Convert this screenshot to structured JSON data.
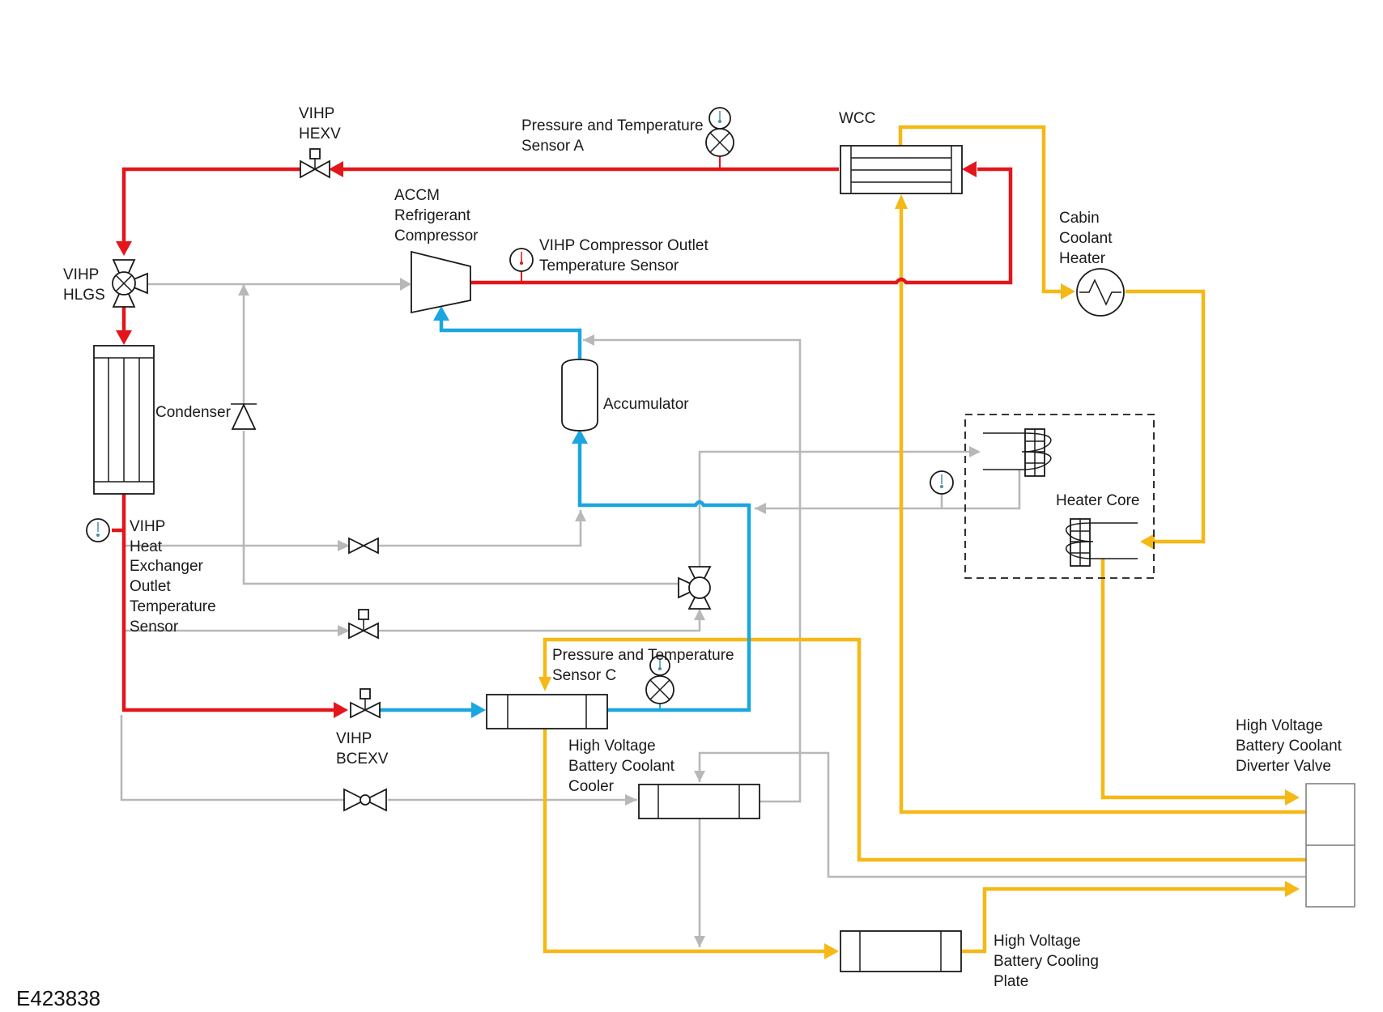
{
  "colors": {
    "hot_refrigerant": "#e3161c",
    "cold_refrigerant": "#1ba6e0",
    "coolant": "#f5b815",
    "inactive": "#b8b8b8",
    "outline": "#1a1a1a",
    "sensor_teal": "#4a8fa0",
    "sensor_red": "#e3161c"
  },
  "labels": {
    "hexv": [
      "VIHP",
      "HEXV"
    ],
    "sensor_a": [
      "Pressure and Temperature",
      "Sensor A"
    ],
    "wcc": [
      "WCC"
    ],
    "compressor": [
      "ACCM",
      "Refrigerant",
      "Compressor"
    ],
    "comp_outlet_sensor": [
      "VIHP Compressor Outlet",
      "Temperature Sensor"
    ],
    "cabin_heater": [
      "Cabin",
      "Coolant",
      "Heater"
    ],
    "hlgs": [
      "VIHP",
      "HLGS"
    ],
    "condenser": [
      "Condenser"
    ],
    "accumulator": [
      "Accumulator"
    ],
    "heater_core": [
      "Heater Core"
    ],
    "hx_outlet_sensor": [
      "VIHP",
      "Heat",
      "Exchanger",
      "Outlet",
      "Temperature",
      "Sensor"
    ],
    "sensor_c": [
      "Pressure and Temperature",
      "Sensor C"
    ],
    "bcexv": [
      "VIHP",
      "BCEXV"
    ],
    "battery_cooler": [
      "High Voltage",
      "Battery Coolant",
      "Cooler"
    ],
    "diverter_valve": [
      "High Voltage",
      "Battery Coolant",
      "Diverter Valve"
    ],
    "cooling_plate": [
      "High Voltage",
      "Battery Cooling",
      "Plate"
    ]
  },
  "figure_code": "E423838",
  "icons": [
    "expansion-valve-icon",
    "three-way-valve-icon",
    "check-valve-icon",
    "temperature-sensor-icon",
    "pressure-sensor-icon",
    "heater-icon",
    "heat-exchanger-icon"
  ]
}
